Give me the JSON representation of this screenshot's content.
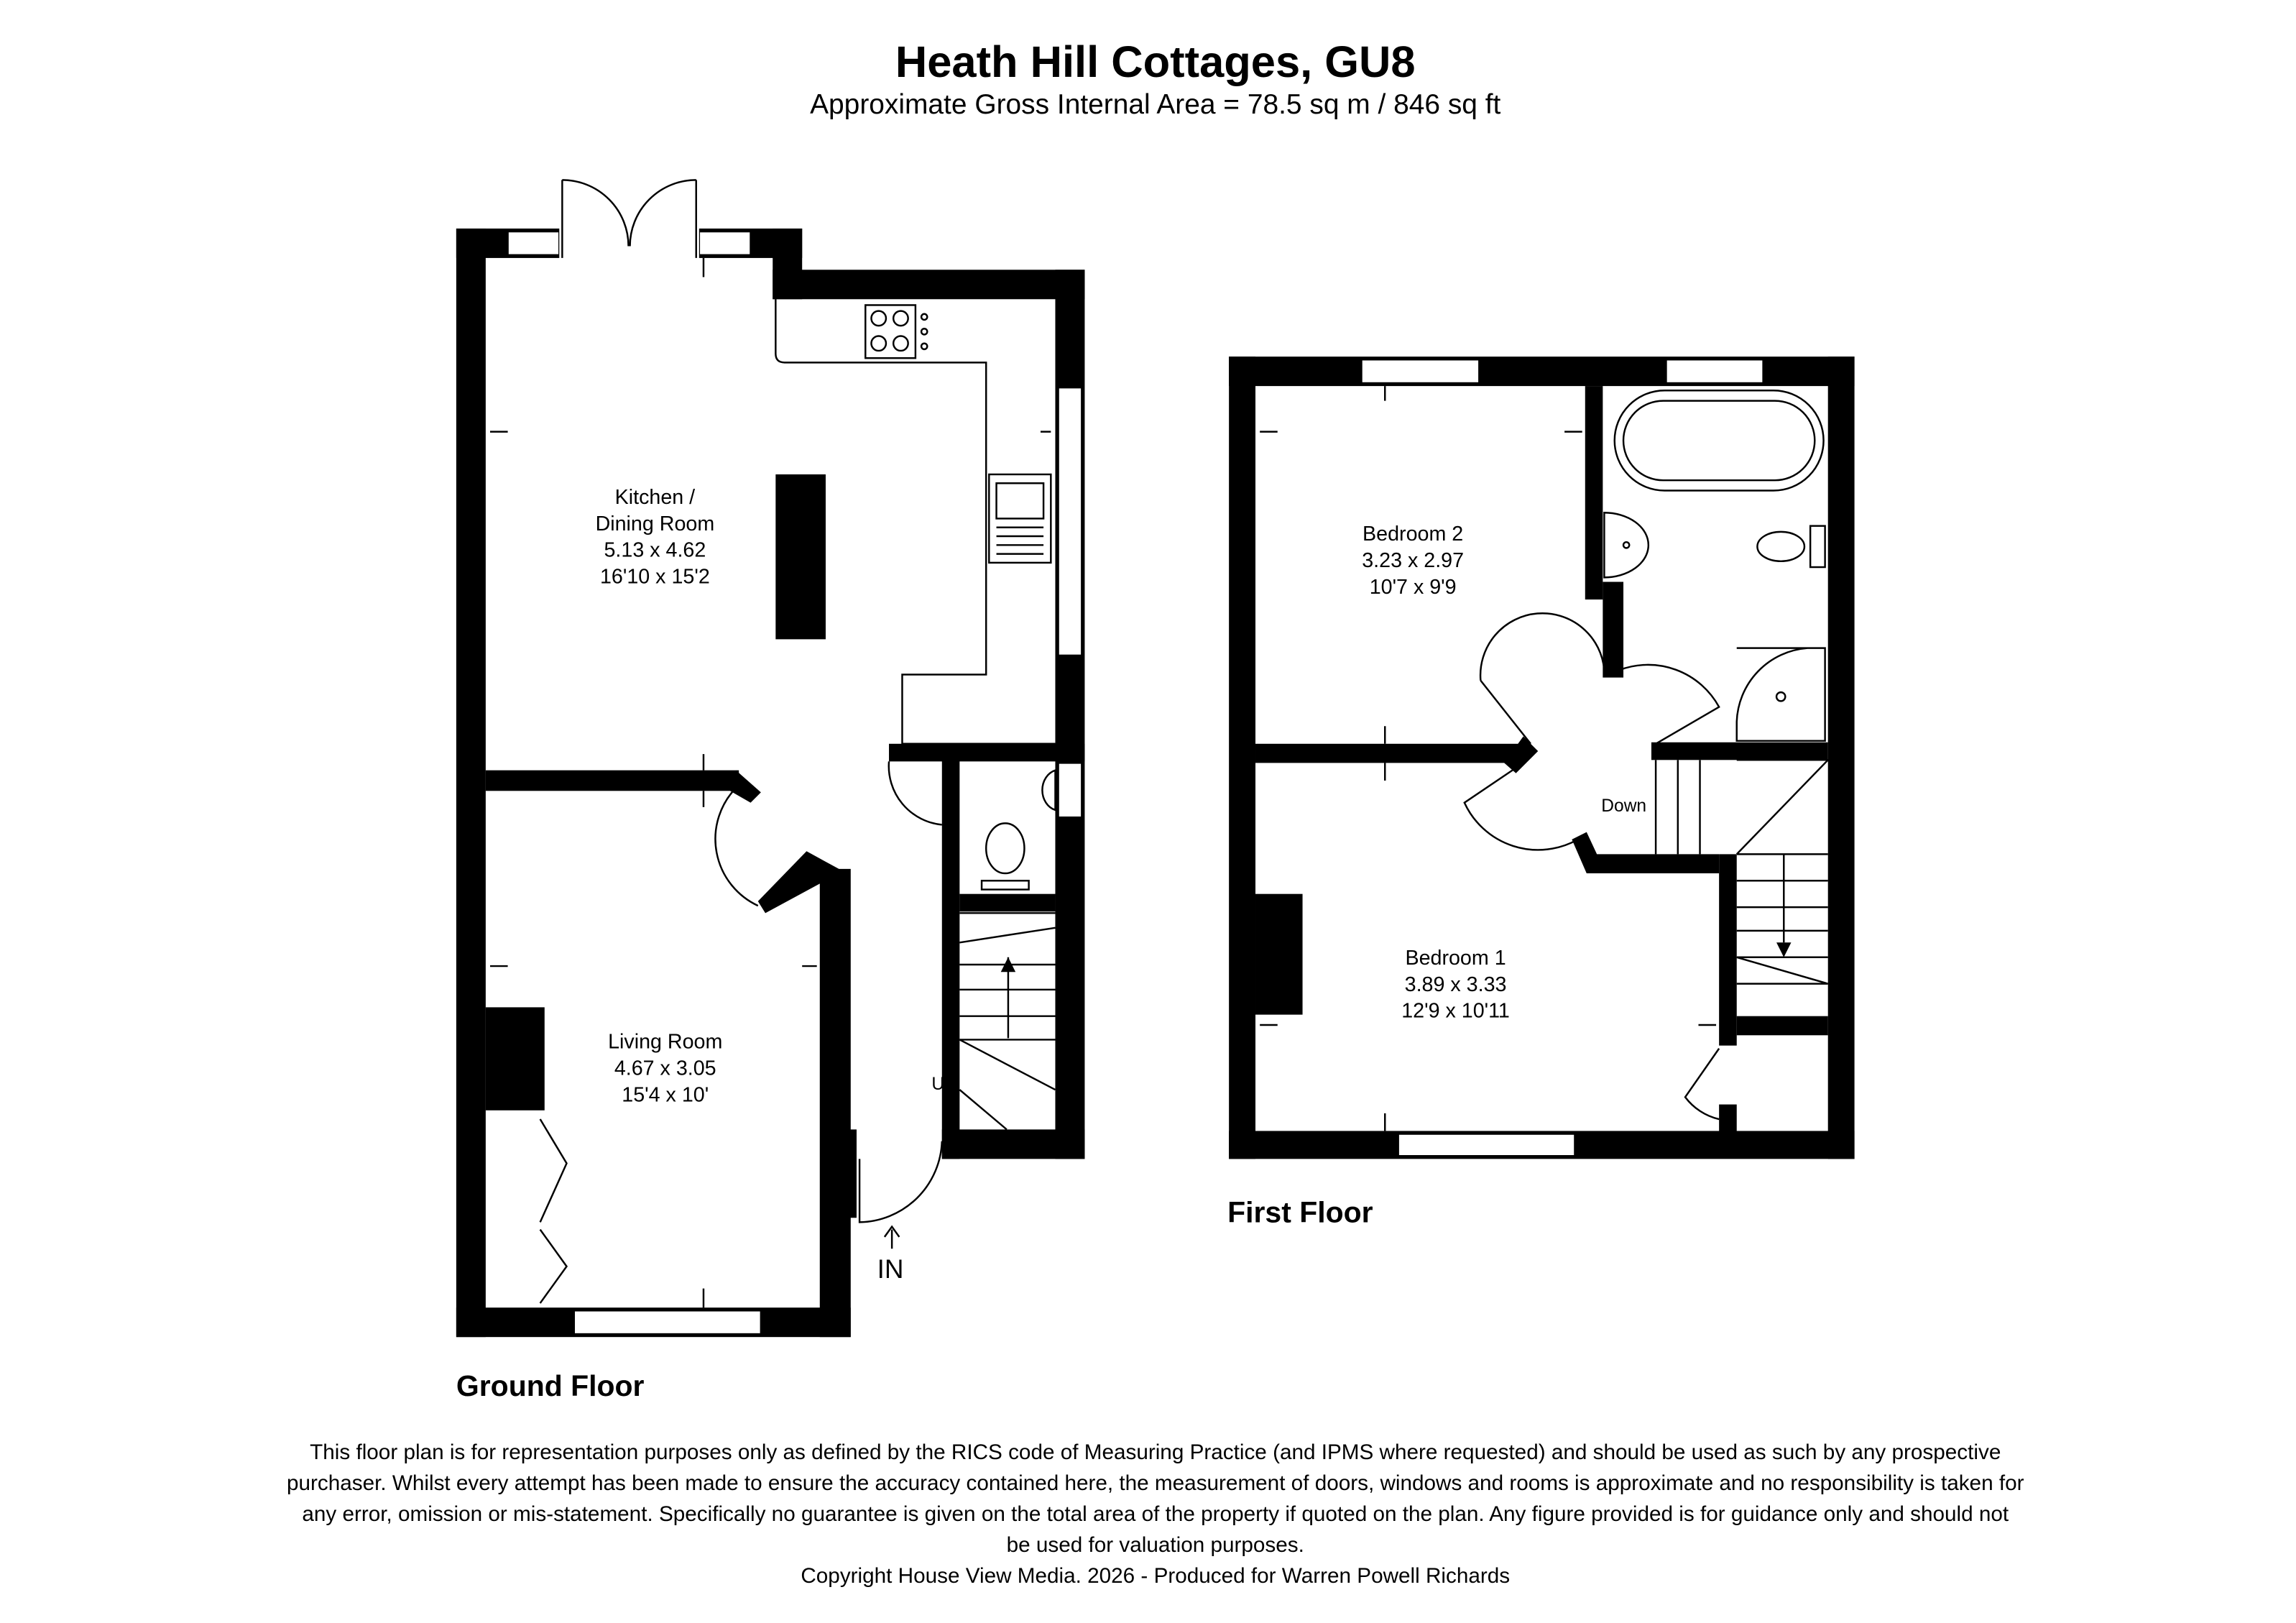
{
  "header": {
    "title": "Heath Hill Cottages, GU8",
    "subtitle": "Approximate Gross Internal Area = 78.5 sq m / 846 sq ft"
  },
  "ground_floor": {
    "label": "Ground Floor",
    "rooms": [
      {
        "name_line1": "Kitchen /",
        "name_line2": "Dining Room",
        "metric": "5.13 x 4.62",
        "imperial": "16'10 x 15'2"
      },
      {
        "name_line1": "Living Room",
        "metric": "4.67 x 3.05",
        "imperial": "15'4 x 10'"
      }
    ],
    "stairs_label": "Up",
    "entrance_label": "IN"
  },
  "first_floor": {
    "label": "First Floor",
    "rooms": [
      {
        "name_line1": "Bedroom 2",
        "metric": "3.23 x 2.97",
        "imperial": "10'7 x 9'9"
      },
      {
        "name_line1": "Bedroom 1",
        "metric": "3.89 x 3.33",
        "imperial": "12'9 x 10'11"
      }
    ],
    "stairs_label": "Down"
  },
  "footer": {
    "disclaimer_lines": [
      "This floor plan is for representation purposes only as defined by the RICS code of Measuring Practice (and IPMS where requested) and should be used as such by any prospective",
      "purchaser. Whilst every attempt has been made to ensure the accuracy contained here, the measurement of doors, windows and rooms is approximate and no responsibility is taken for",
      "any error, omission or mis-statement. Specifically no guarantee is given on the total area of the property if quoted on the plan. Any figure provided is for guidance only and should not",
      "be used for valuation purposes."
    ],
    "copyright": "Copyright House View Media. 2026 - Produced for Warren Powell Richards"
  },
  "colors": {
    "walls": "#000000",
    "background": "#ffffff"
  }
}
